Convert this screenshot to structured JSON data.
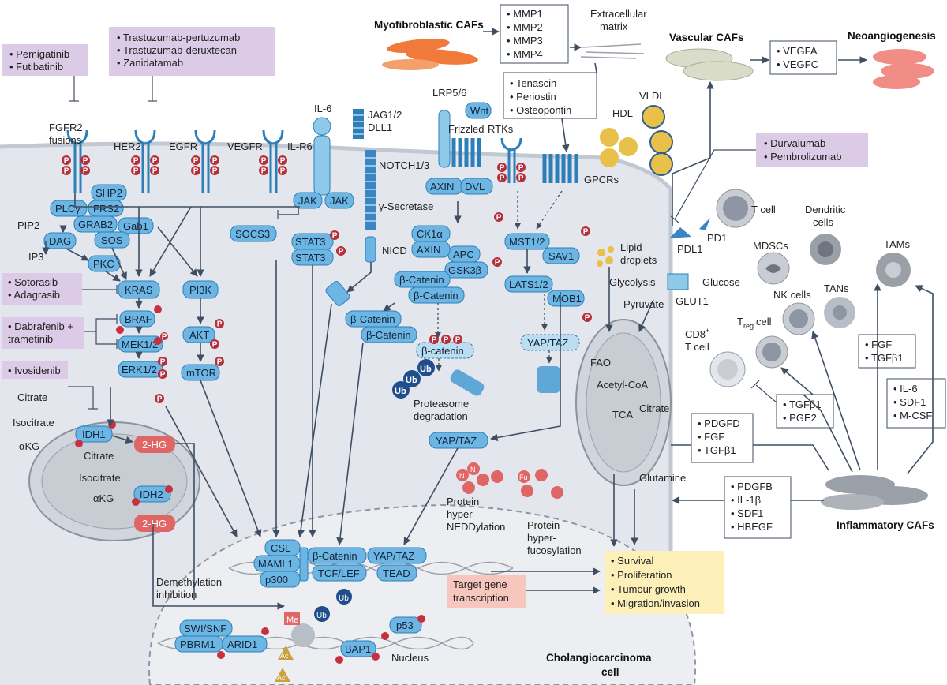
{
  "drugs": {
    "fgfr": [
      "Pemigatinib",
      "Futibatinib"
    ],
    "her2": [
      "Trastuzumab-pertuzumab",
      "Trastuzumab-deruxtecan",
      "Zanidatamab"
    ],
    "kras": [
      "Sotorasib",
      "Adagrasib"
    ],
    "braf": [
      "Dabrafenib +",
      "trametinib"
    ],
    "idh": [
      "Ivosidenib"
    ],
    "pd1": [
      "Durvalumab",
      "Pembrolizumab"
    ]
  },
  "receptors": {
    "fgfr2": [
      "FGFR2",
      "fusions"
    ],
    "her2": "HER2",
    "egfr": "EGFR",
    "vegfr": "VEGFR",
    "il6": "IL-6",
    "il6r": "IL-R6",
    "jag": [
      "JAG1/2",
      "DLL1"
    ],
    "notch": "NOTCH1/3",
    "gsecretase": "γ-Secretase",
    "nicd": "NICD",
    "lrp": "LRP5/6",
    "wnt": "Wnt",
    "frizzled": "Frizzled",
    "rtks": "RTKs",
    "gpcrs": "GPCRs"
  },
  "nodes": {
    "shp2": "SHP2",
    "plcy": "PLCγ",
    "frs2": "FRS2",
    "grab2": "GRAB2",
    "gab1": "Gab1",
    "sos": "SOS",
    "dag": "DAG",
    "pkc": "PKC",
    "kras": "KRAS",
    "braf": "BRAF",
    "mek": "MEK1/2",
    "erk": "ERK1/2",
    "pi3k": "PI3K",
    "akt": "AKT",
    "mtor": "mTOR",
    "jak1": "JAK",
    "jak2": "JAK",
    "socs3": "SOCS3",
    "stat3a": "STAT3",
    "stat3b": "STAT3",
    "axin1": "AXIN",
    "dvl": "DVL",
    "ck1a": "CK1α",
    "apc": "APC",
    "axin2": "AXIN",
    "gsk3b": "GSK3β",
    "bcat1": "β-Catenin",
    "bcat2": "β-Catenin",
    "bcat3": "β-Catenin",
    "bcat4": "β-Catenin",
    "bcat_deg": "β-catenin",
    "mst": "MST1/2",
    "sav1": "SAV1",
    "lats": "LATS1/2",
    "mob1": "MOB1",
    "yaptaz_deg": "YAP/TAZ",
    "yaptaz": "YAP/TAZ",
    "idh1": "IDH1",
    "idh2": "IDH2",
    "hg1": "2-HG",
    "hg2": "2-HG",
    "csl": "CSL",
    "maml1": "MAML1",
    "p300": "p300",
    "bcat_n": "β-Catenin",
    "tcf": "TCF/LEF",
    "yaptaz_n": "YAP/TAZ",
    "tead": "TEAD",
    "swisnf": "SWI/SNF",
    "pbrm1": "PBRM1",
    "arid1": "ARID1",
    "bap1": "BAP1",
    "p53": "p53"
  },
  "labels": {
    "pip2": "PIP2",
    "ip3": "IP3",
    "citrate1": "Citrate",
    "isocitrate1": "Isocitrate",
    "akg1": "αKG",
    "citrate2": "Citrate",
    "isocitrate2": "Isocitrate",
    "akg2": "αKG",
    "demeth": [
      "Demethylation",
      "inhibition"
    ],
    "proteasome": [
      "Proteasome",
      "degradation"
    ],
    "nedd": [
      "Protein",
      "hyper-",
      "NEDDylation"
    ],
    "fuco": [
      "Protein",
      "hyper-",
      "fucosylation"
    ],
    "nucleus": "Nucleus",
    "cca": [
      "Cholangiocarcinoma",
      "cell"
    ],
    "target": [
      "Target gene",
      "transcription"
    ],
    "ecm": [
      "Extracellular",
      "matrix"
    ],
    "hdl": "HDL",
    "vldl": "VLDL",
    "lipid": [
      "Lipid",
      "droplets"
    ],
    "glycolysis": "Glycolysis",
    "glucose": "Glucose",
    "glut1": "GLUT1",
    "pyruvate": "Pyruvate",
    "fao": "FAO",
    "acetyl": "Acetyl-CoA",
    "tca": "TCA",
    "citrate3": "Citrate",
    "glutamine": "Glutamine",
    "ub": "Ub",
    "me": "Me",
    "ac": "Ac",
    "n": "N",
    "fu": "Fu",
    "p": "P"
  },
  "cafs": {
    "myo": "Myofibroblastic CAFs",
    "myo_list": [
      "MMP1",
      "MMP2",
      "MMP3",
      "MMP4"
    ],
    "ecm_list": [
      "Tenascin",
      "Periostin",
      "Osteopontin"
    ],
    "vascular": "Vascular CAFs",
    "vegf_list": [
      "VEGFA",
      "VEGFC"
    ],
    "neo": "Neoangiogenesis",
    "inflam": "Inflammatory CAFs",
    "list_pdgfd": [
      "PDGFD",
      "FGF",
      "TGFβ1"
    ],
    "list_pdgfb": [
      "PDGFB",
      "IL-1β",
      "SDF1",
      "HBEGF"
    ],
    "list_tgf": [
      "TGFβ1",
      "PGE2"
    ],
    "list_fgf": [
      "FGF",
      "TGFβ1"
    ],
    "list_il6": [
      "IL-6",
      "SDF1",
      "M-CSF"
    ]
  },
  "immune": {
    "tcell": "T cell",
    "pd1": "PD1",
    "pdl1": "PDL1",
    "dendritic": [
      "Dendritic",
      "cells"
    ],
    "mdsc": "MDSCs",
    "tams": "TAMs",
    "nk": "NK cells",
    "tans": "TANs",
    "treg_t": "T",
    "treg_sub": "reg",
    "treg_cell": "cell",
    "cd8": "CD8",
    "cd8_sup": "+",
    "cd8_cell": "T cell"
  },
  "outcomes": [
    "Survival",
    "Proliferation",
    "Tumour growth",
    "Migration/invasion"
  ],
  "colors": {
    "node": "#6db6e4",
    "node_stroke": "#2c7fb8",
    "drug": "#dccbe6",
    "phospho": "#b5303b",
    "onco": "#e06666",
    "ubiquitin": "#1f4e8c",
    "outcome": "#fcf0b8",
    "target": "#f7c6bd",
    "cytoplasm": "#e3e6ec",
    "caf_orange": "#f07a3a",
    "vascular": "#d9dcc8",
    "neo_pink": "#f28d86",
    "immune_grey": "#9aa0a8"
  }
}
